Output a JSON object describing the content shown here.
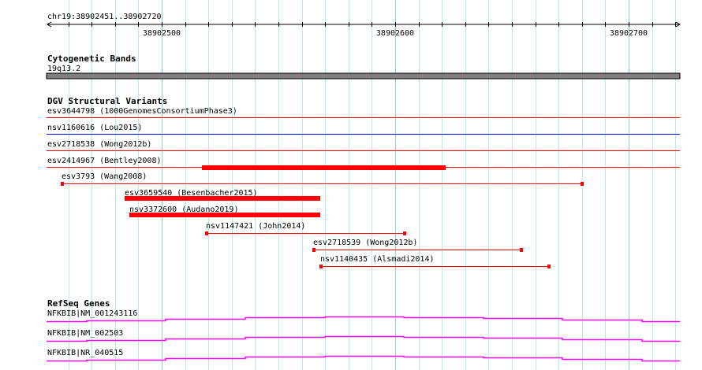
{
  "ruler": {
    "region": "chr19:38902451..38902720",
    "start": 38902451.6,
    "end": 38902723,
    "major_ticks": [
      "38902500",
      "38902600",
      "38902700"
    ],
    "major_values": [
      38902500,
      38902600,
      38902700
    ]
  },
  "cytoband": {
    "title": "Cytogenetic Bands",
    "band": "19q13.2",
    "color": "#808080"
  },
  "dgv": {
    "title": "DGV Structural Variants",
    "full_tracks": [
      {
        "label": "esv3644798 (1000GenomesConsortiumPhase3)",
        "color": "#ff0000"
      },
      {
        "label": "nsv1160616 (Lou2015)",
        "color": "#0000ff"
      },
      {
        "label": "esv2718538 (Wong2012b)",
        "color": "#ff0000"
      },
      {
        "label": "esv2414967 (Bentley2008)",
        "color": "#ff0000",
        "thick_start": 38902520,
        "thick_end": 38902624
      }
    ],
    "features": [
      {
        "label": "esv3793 (Wang2008)",
        "start": 38902457,
        "end": 38902680,
        "style": "line"
      },
      {
        "label": "esv3659540 (Besenbacher2015)",
        "start": 38902484,
        "end": 38902568,
        "style": "bar"
      },
      {
        "label": "nsv3372600 (Audano2019)",
        "start": 38902486,
        "end": 38902568,
        "style": "bar"
      },
      {
        "label": "nsv1147421 (John2014)",
        "start": 38902519,
        "end": 38902604,
        "style": "line"
      },
      {
        "label": "esv2718539 (Wong2012b)",
        "start": 38902565,
        "end": 38902654,
        "style": "line"
      },
      {
        "label": "nsv1140435 (Alsmadi2014)",
        "start": 38902568,
        "end": 38902666,
        "style": "line"
      }
    ]
  },
  "refseq": {
    "title": "RefSeq Genes",
    "genes": [
      {
        "label": "NFKBIB|NM_001243116"
      },
      {
        "label": "NFKBIB|NM_002503"
      },
      {
        "label": "NFKBIB|NR_040515"
      }
    ],
    "color": "#ff00ff"
  }
}
